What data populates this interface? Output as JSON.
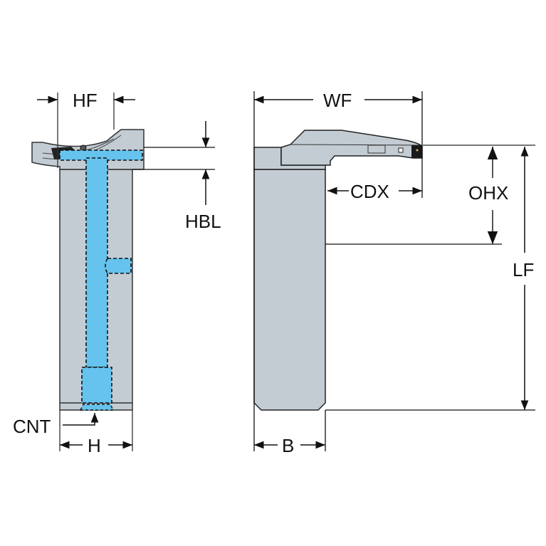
{
  "diagram": {
    "title": "Tool holder dimension drawing",
    "colors": {
      "body": "#c3ccd3",
      "coolant": "#66c3ee",
      "outline": "#1a1a1a",
      "dim_line": "#111111"
    },
    "side_view": {
      "labels": {
        "hf": "HF",
        "hbl": "HBL",
        "cnt": "CNT",
        "h": "H"
      }
    },
    "front_view": {
      "labels": {
        "wf": "WF",
        "cdx": "CDX",
        "ohx": "OHX",
        "lf": "LF",
        "b": "B"
      }
    }
  }
}
